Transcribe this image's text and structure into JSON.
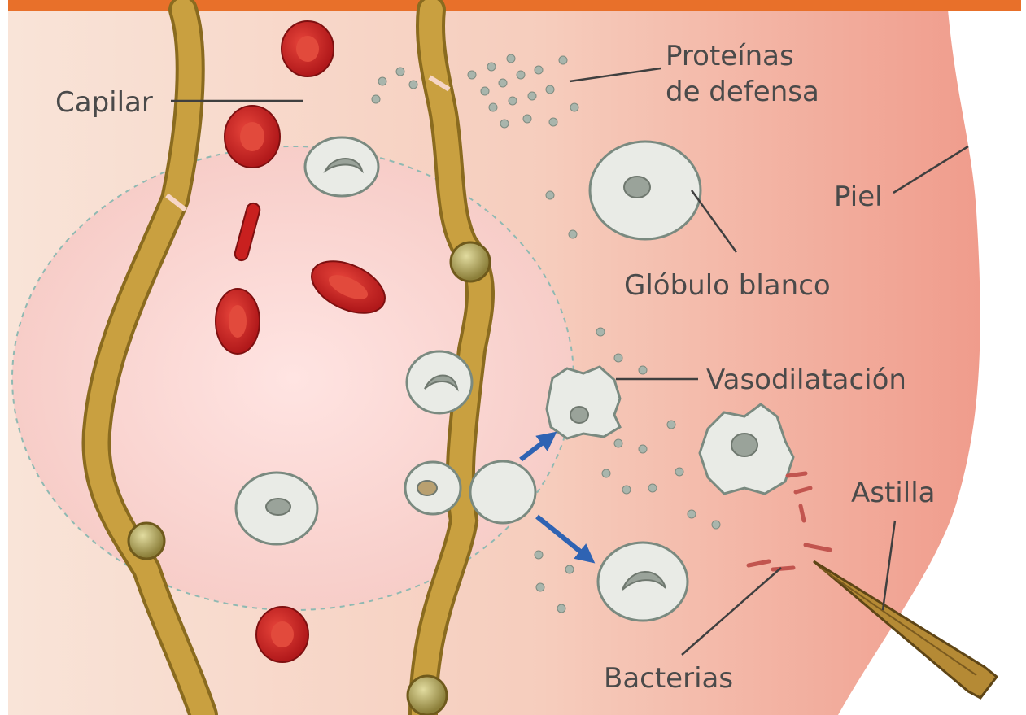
{
  "labels": {
    "capilar": "Capilar",
    "proteinas_1": "Proteínas",
    "proteinas_2": "de defensa",
    "piel": "Piel",
    "globulo": "Glóbulo blanco",
    "vasodilatacion": "Vasodilatación",
    "astilla": "Astilla",
    "bacterias": "Bacterias"
  },
  "colors": {
    "frame_top": "#e8702a",
    "skin_light": "#f7ddd0",
    "skin_dark": "#f0a596",
    "capillary_wall": "#c2932f",
    "red_cell": "#c9201f",
    "white_cell": "#e9ebe6",
    "arrow": "#2f63b3",
    "splinter": "#8a6a2a",
    "bacteria": "#c2554f"
  },
  "icons": [
    "red-blood-cell-icon",
    "white-blood-cell-icon",
    "protein-dot-icon",
    "migration-arrow-icon",
    "splinter-icon",
    "bacteria-icon"
  ]
}
